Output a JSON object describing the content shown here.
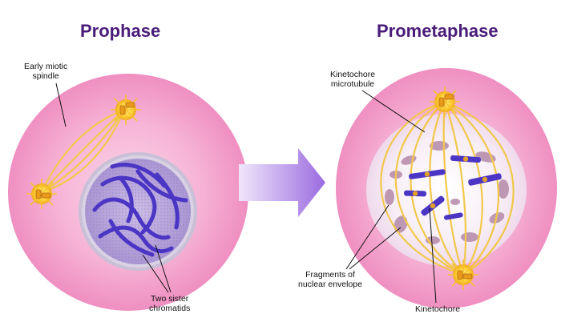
{
  "titles": {
    "left": "Prophase",
    "right": "Prometaphase"
  },
  "labels": {
    "early_spindle": [
      "Early miotic",
      "spindle"
    ],
    "two_sister": [
      "Two sister",
      "chromatids"
    ],
    "kinetochore_mt": [
      "Kinetochore",
      "microtubule"
    ],
    "fragments": [
      "Fragments of",
      "nuclear envelope"
    ],
    "kinetochore": "Kinetochore"
  },
  "colors": {
    "cell": "#f4a3cf",
    "cell_center": "#f9d3e6",
    "nucleus": "#b9a6d8",
    "chromatid": "#4b35c4",
    "spindle": "#f2c84a",
    "centrosome": "#ffd43b",
    "arrow": "#9b6be0",
    "title": "#4a1c7a"
  }
}
